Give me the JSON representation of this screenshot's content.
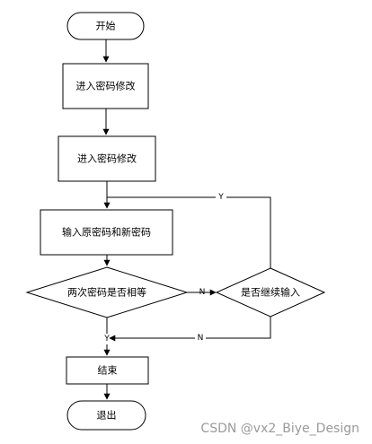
{
  "nodes": {
    "start": "开始",
    "step1": "进入密码修改",
    "step2": "进入密码修改",
    "input": "输入原密码和新密码",
    "check_equal": "两次密码是否相等",
    "continue_input": "是否继续输入",
    "end_step": "结束",
    "exit": "退出"
  },
  "edges": {
    "continue_yes": "Y",
    "equal_no": "N",
    "continue_no": "N",
    "equal_yes": "Y"
  },
  "watermark": "CSDN @vx2_Biye_Design"
}
